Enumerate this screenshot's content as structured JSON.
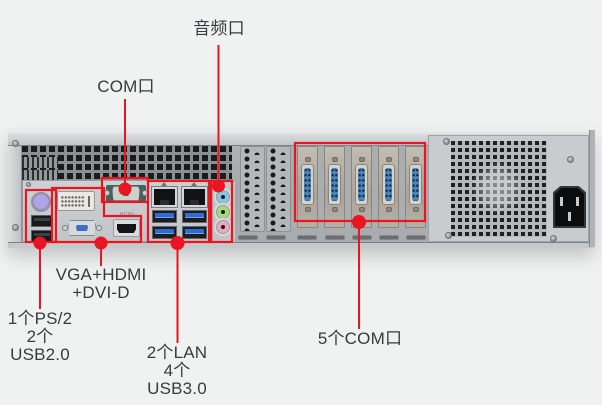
{
  "figure": {
    "type": "annotated rear panel of 2U industrial computer",
    "callouts": {
      "audio": "音频口",
      "com": "COM口",
      "video_line1": "VGA+HDMI",
      "video_line2": "+DVI-D",
      "ps2_line1": "1个PS/2",
      "ps2_line2": "2个USB2.0",
      "lan_line1": "2个LAN",
      "lan_line2": "4个USB3.0",
      "com5": "5个COM口"
    },
    "panel_prints": {
      "hdmi": "HDMI"
    },
    "colors": {
      "annotation_red": "#ea1520",
      "label_text": "#3a3a3c",
      "background": "#f0f1f1",
      "chassis_body": "#a7abad",
      "psu_plate": "#c9ccce"
    }
  }
}
